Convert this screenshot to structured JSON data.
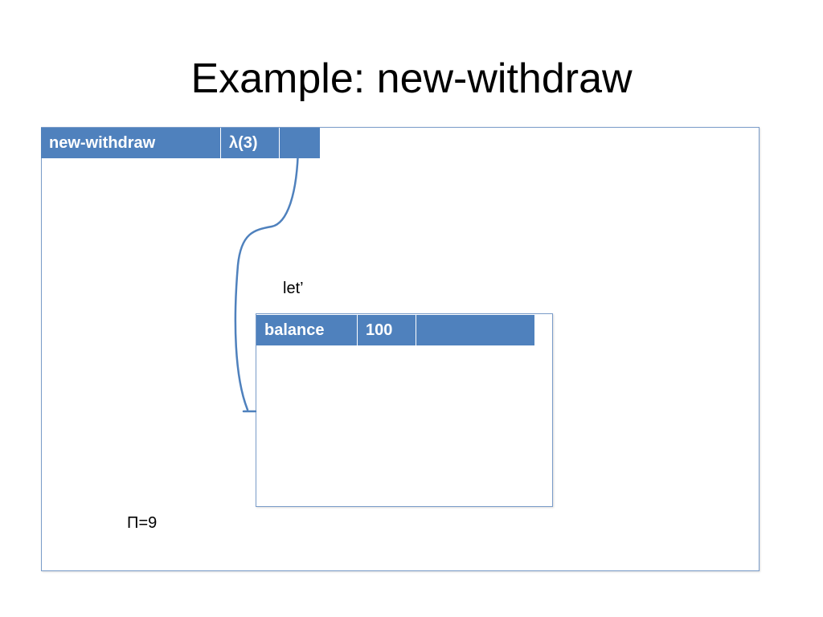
{
  "title": "Example: new-withdraw",
  "outer_frame": {
    "binding": {
      "name": "new-withdraw",
      "value": "λ(3)",
      "pointer": ""
    },
    "pi_label": "Π=9"
  },
  "let_label": "let’",
  "inner_frame": {
    "binding": {
      "name": "balance",
      "value": "100",
      "pointer": ""
    }
  },
  "colors": {
    "header_fill": "#4f81bd",
    "frame_border": "#7a9cc9",
    "arrow": "#4f81bd"
  }
}
